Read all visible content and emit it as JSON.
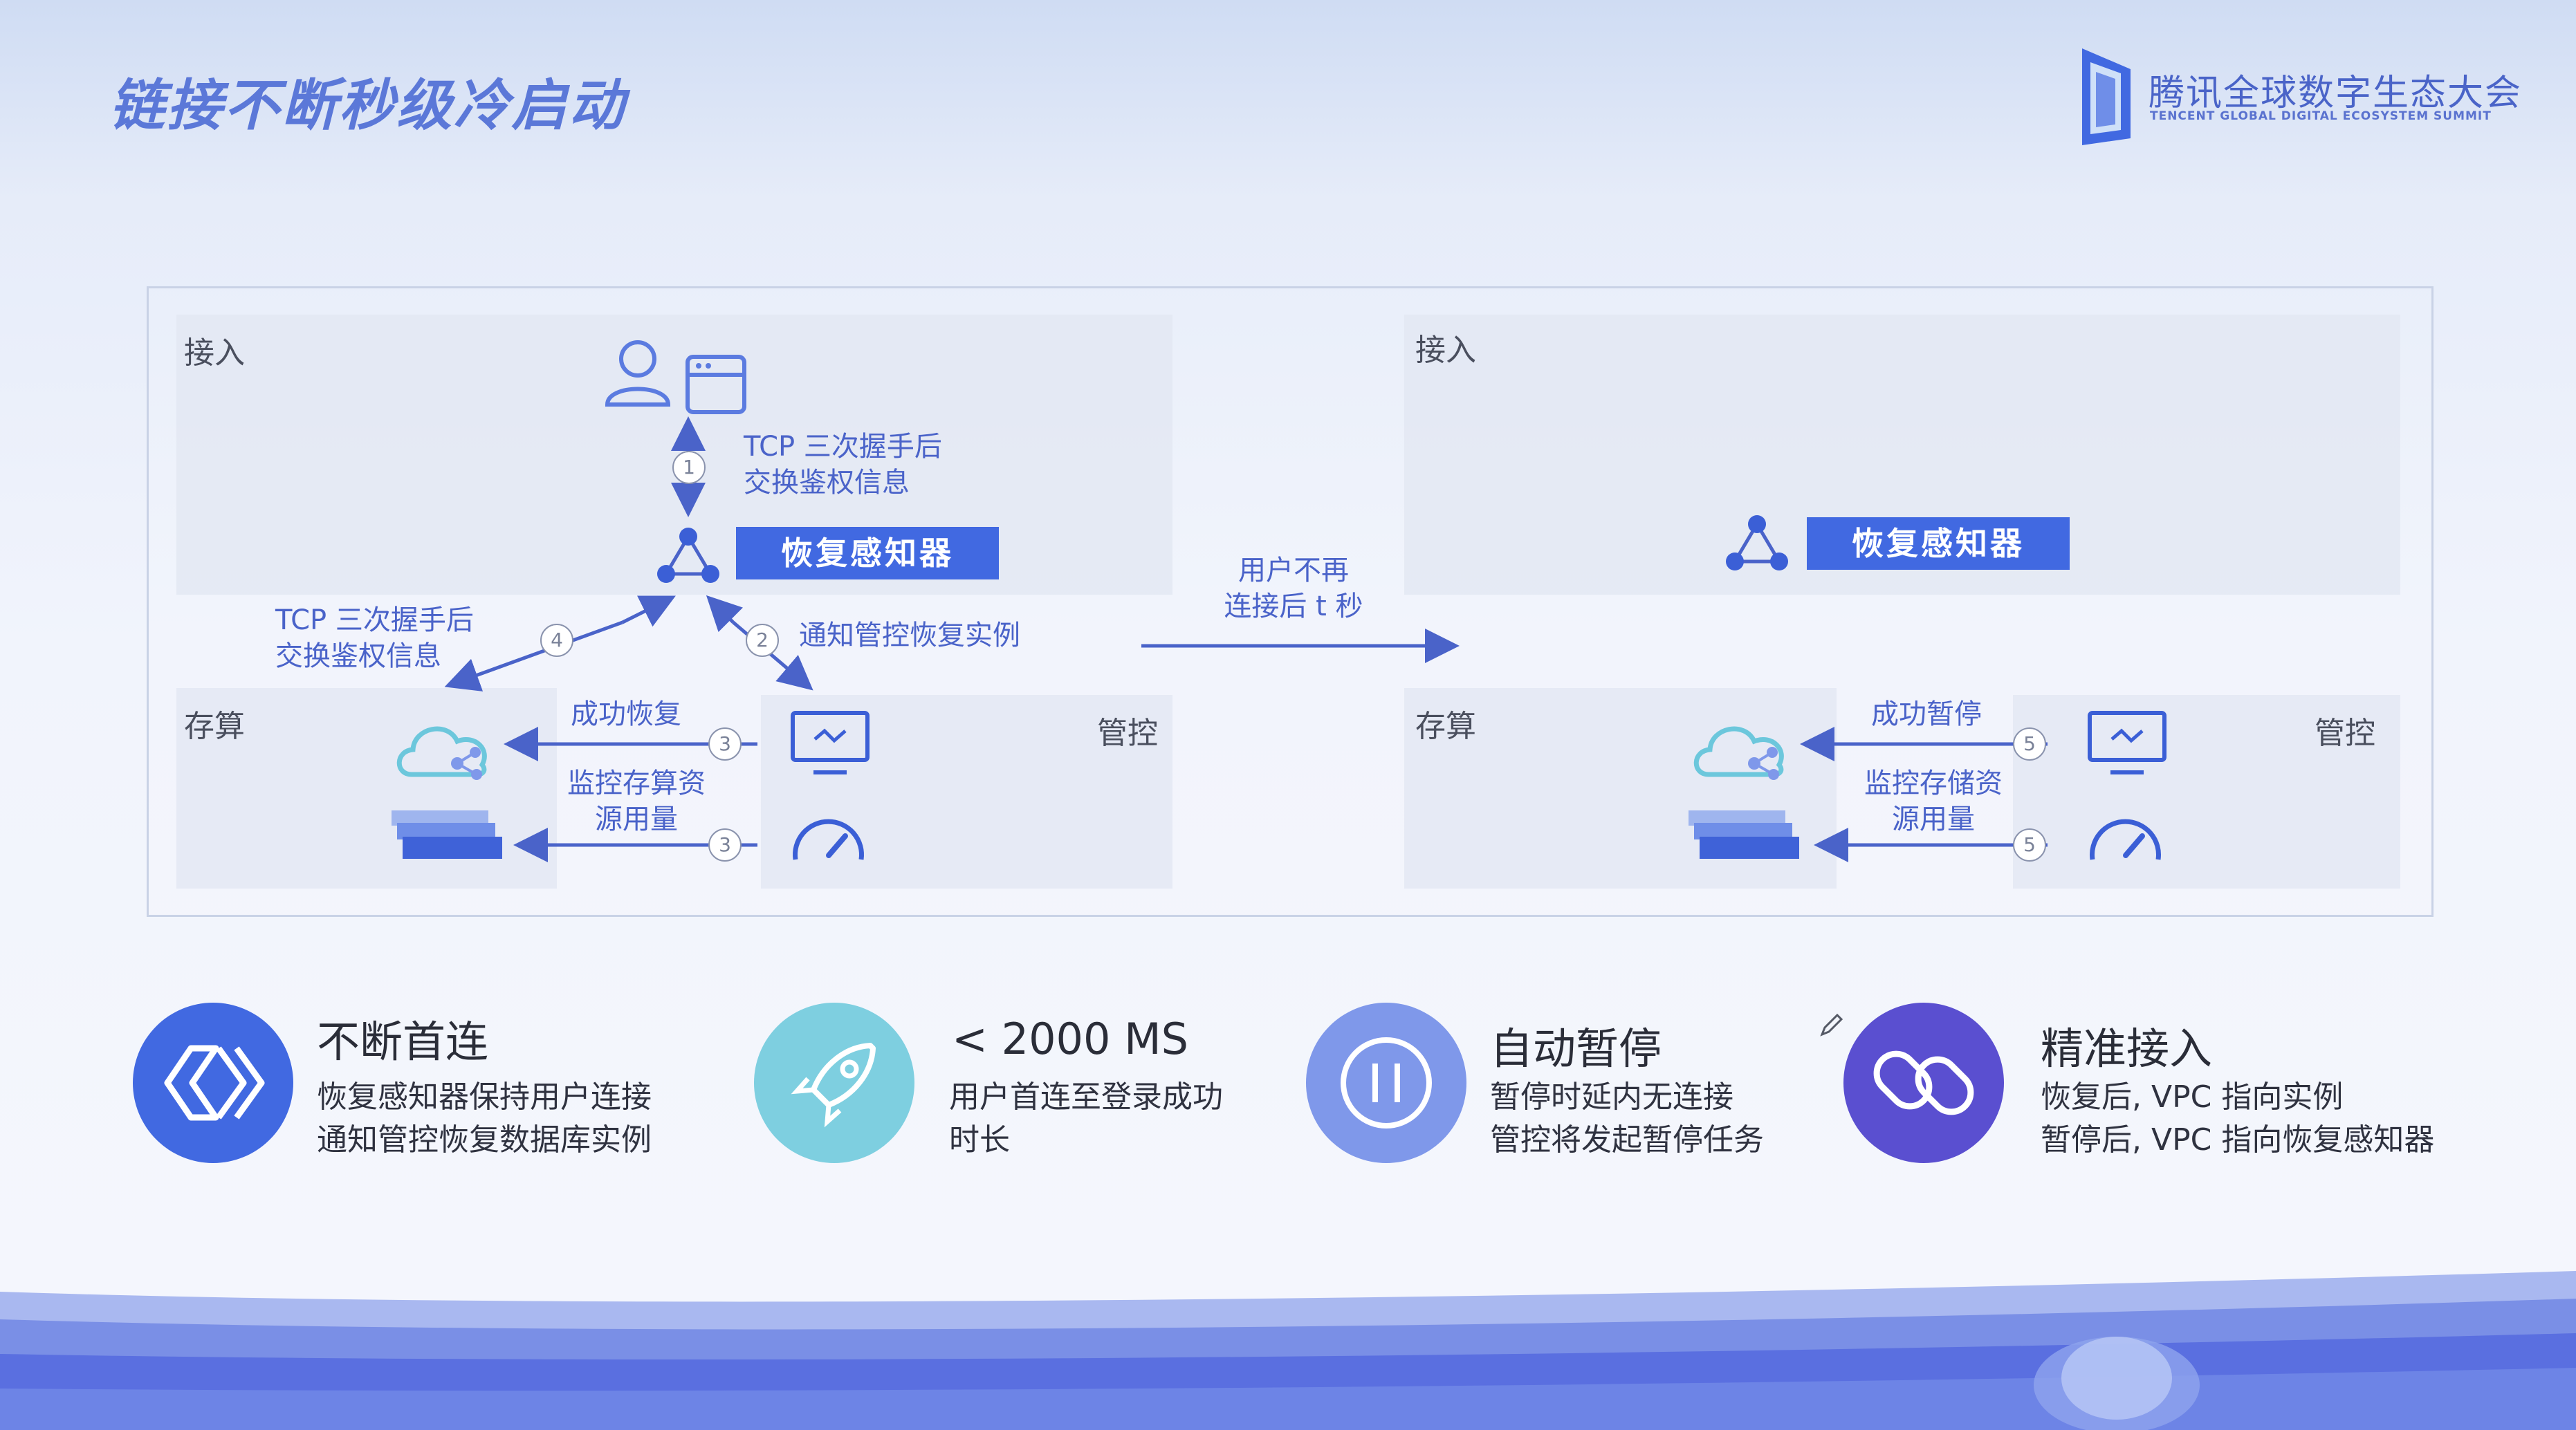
{
  "title": "链接不断秒级冷启动",
  "logo": {
    "name": "腾讯全球数字生态大会",
    "subtitle": "TENCENT GLOBAL DIGITAL ECOSYSTEM SUMMIT"
  },
  "colors": {
    "accent": "#4169e1",
    "label_blue": "#4a63c9",
    "icon_blue": "#5b7be0"
  },
  "diagram": {
    "left": {
      "access_zone": "接入",
      "compute_zone": "存算",
      "control_zone": "管控",
      "detector": "恢复感知器",
      "step1_line1": "TCP 三次握手后",
      "step1_line2": "交换鉴权信息",
      "step4_line1": "TCP 三次握手后",
      "step4_line2": "交换鉴权信息",
      "step2": "通知管控恢复实例",
      "success": "成功恢复",
      "monitor_line1": "监控存算资",
      "monitor_line2": "源用量",
      "badges": [
        "1",
        "2",
        "3",
        "3",
        "4"
      ]
    },
    "transition": {
      "line1": "用户不再",
      "line2": "连接后 t 秒"
    },
    "right": {
      "access_zone": "接入",
      "compute_zone": "存算",
      "control_zone": "管控",
      "detector": "恢复感知器",
      "success": "成功暂停",
      "monitor_line1": "监控存储资",
      "monitor_line2": "源用量",
      "badges": [
        "5",
        "5"
      ]
    }
  },
  "features": [
    {
      "icon": "chevrons-icon",
      "title": "不断首连",
      "line1": "恢复感知器保持用户连接",
      "line2": "通知管控恢复数据库实例",
      "color": "#4169e1"
    },
    {
      "icon": "rocket-icon",
      "title": "< 2000 MS",
      "line1": "用户首连至登录成功",
      "line2": "时长",
      "color": "#7ecfe0"
    },
    {
      "icon": "pause-icon",
      "title": "自动暂停",
      "line1": "暂停时延内无连接",
      "line2": "管控将发起暂停任务",
      "color": "#7f98ea"
    },
    {
      "icon": "link-icon",
      "title": "精准接入",
      "line1": "恢复后, VPC 指向实例",
      "line2": "暂停后, VPC 指向恢复感知器",
      "color": "#5a4fd0"
    }
  ]
}
